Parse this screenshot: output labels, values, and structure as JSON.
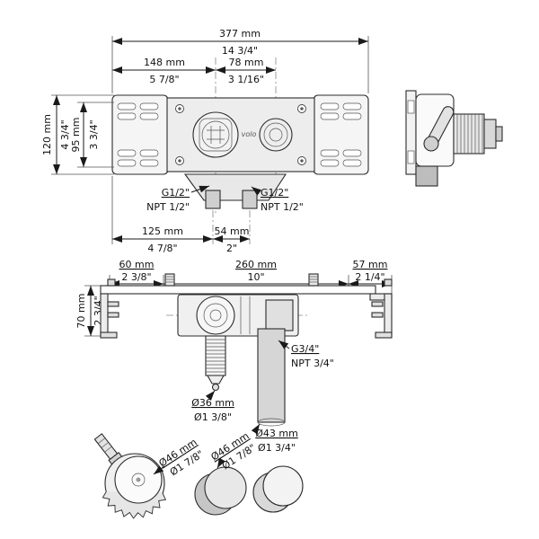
{
  "brand": "volo",
  "front_view": {
    "overall_width": {
      "mm": "377 mm",
      "inch": "14 3/4\""
    },
    "left_to_cartridge": {
      "mm": "148 mm",
      "inch": "5 7/8\""
    },
    "port_spacing": {
      "mm": "78 mm",
      "inch": "3 1/16\""
    },
    "overall_height": {
      "mm": "120 mm",
      "inch": "4 3/4\""
    },
    "inner_height": {
      "mm": "95 mm",
      "inch": "3 3/4\""
    },
    "left_inlet_thread": {
      "metric": "G1/2\"",
      "us": "NPT 1/2\""
    },
    "right_inlet_thread": {
      "metric": "G1/2\"",
      "us": "NPT 1/2\""
    },
    "left_to_inlet": {
      "mm": "125 mm",
      "inch": "4 7/8\""
    },
    "inlet_spacing": {
      "mm": "54 mm",
      "inch": "2\""
    }
  },
  "plan_view": {
    "left_offset": {
      "mm": "60 mm",
      "inch": "2 3/8\""
    },
    "bracket_span": {
      "mm": "260 mm",
      "inch": "10\""
    },
    "right_offset": {
      "mm": "57 mm",
      "inch": "2 1/4\""
    },
    "depth": {
      "mm": "70 mm",
      "inch": "2 3/4\""
    },
    "outlet_thread": {
      "metric": "G3/4\"",
      "us": "NPT 3/4\""
    },
    "stub_diameter": {
      "mm": "Ø36 mm",
      "inch": "Ø1 3/8\""
    },
    "outlet_pipe_diameter": {
      "mm": "Ø43 mm",
      "inch": "Ø1 3/4\""
    }
  },
  "drill_guide": {
    "hole_saw": {
      "mm": "Ø46 mm",
      "inch": "Ø1 7/8\""
    },
    "plug": {
      "mm": "Ø46 mm",
      "inch": "Ø1 7/8\""
    }
  }
}
